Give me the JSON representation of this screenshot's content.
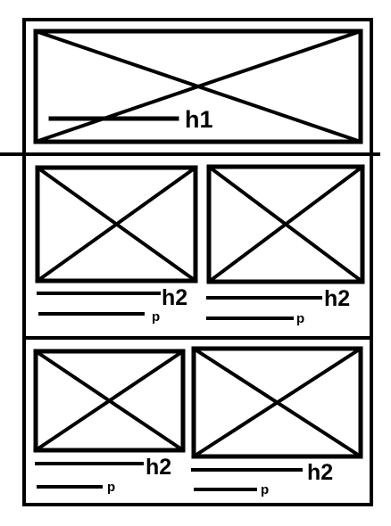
{
  "header": {
    "heading": "h1"
  },
  "cards": [
    {
      "heading": "h2",
      "text": "p"
    },
    {
      "heading": "h2",
      "text": "p"
    },
    {
      "heading": "h2",
      "text": "p"
    },
    {
      "heading": "h2",
      "text": "p"
    }
  ]
}
